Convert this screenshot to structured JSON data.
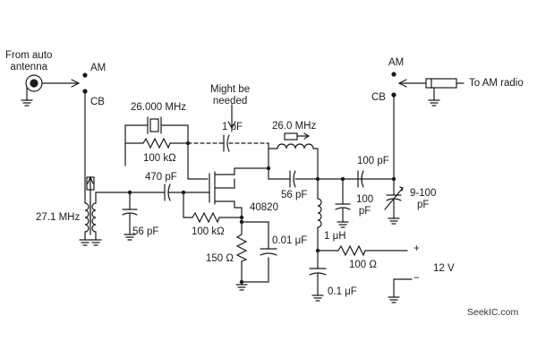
{
  "labels": {
    "from_auto_antenna": "From auto\nantenna",
    "am_left": "AM",
    "cb_left": "CB",
    "am_right": "AM",
    "cb_right": "CB",
    "to_am_radio": "To AM radio",
    "crystal_freq": "26.000 MHz",
    "might_be_needed": "Might be\nneeded",
    "c_1pf": "1 pF",
    "r_100k_top": "100 kΩ",
    "l_26mhz": "26.0 MHz",
    "c_100pf_top": "100 pF",
    "c_470pf": "470 pF",
    "c_56pf_mid": "56 pF",
    "c_100pf_shunt": "100\npF",
    "c_trim": "9-100\npF",
    "l_27mhz": "27.1 MHz",
    "c_56pf_left": "56 pF",
    "r_100k_mid": "100 kΩ",
    "transistor": "40820",
    "c_001uf": "0.01 μF",
    "r_150": "150 Ω",
    "l_1uh": "1 μH",
    "r_100_out": "100 Ω",
    "plus": "+",
    "v_12": "12 V",
    "minus": "−",
    "c_01uf": "0.1 μF",
    "watermark": "SeekIC.com"
  }
}
